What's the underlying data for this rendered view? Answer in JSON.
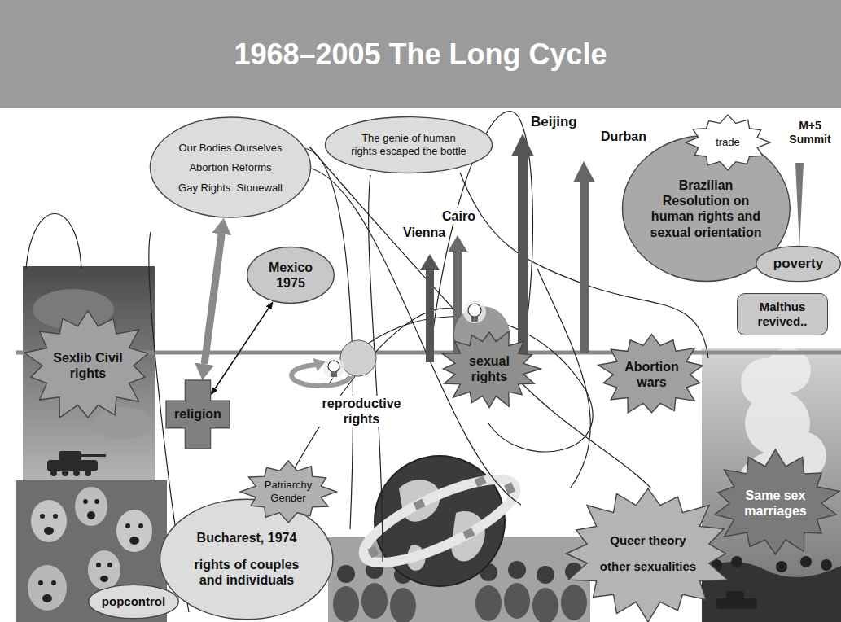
{
  "diagram": {
    "title": "1968–2005 The Long Cycle",
    "nodes": [
      {
        "text": [
          "Our Bodies Ourselves",
          "Abortion Reforms",
          "Gay Rights: Stonewall"
        ]
      },
      {
        "text": [
          "The genie of human rights escaped the bottle"
        ]
      },
      {
        "text": [
          "trade"
        ]
      },
      {
        "text": [
          "Brazilian Resolution on human rights and sexual orientation"
        ]
      },
      {
        "text": [
          "poverty"
        ]
      },
      {
        "text": [
          "Malthus revived.."
        ]
      },
      {
        "text": [
          "Mexico 1975"
        ]
      },
      {
        "text": [
          "Sexlib Civil rights"
        ]
      },
      {
        "text": [
          "religion"
        ]
      },
      {
        "text": [
          "sexual rights"
        ]
      },
      {
        "text": [
          "Abortion wars"
        ]
      },
      {
        "text": [
          "Patriarchy Gender"
        ]
      },
      {
        "text": [
          "Bucharest, 1974",
          "rights of couples and individuals"
        ]
      },
      {
        "text": [
          "Queer theory",
          "other sexualities"
        ]
      },
      {
        "text": [
          "Same sex marriages"
        ]
      },
      {
        "text": [
          "popcontrol"
        ]
      }
    ],
    "edges": [
      {
        "from": 0,
        "to": 8,
        "arrow": "both"
      },
      {
        "from": 6,
        "to": 8,
        "arrow": "both"
      }
    ],
    "labels": [
      "Beijing",
      "Durban",
      "M+5 Summit",
      "Cairo",
      "Vienna",
      "reproductive rights"
    ]
  }
}
